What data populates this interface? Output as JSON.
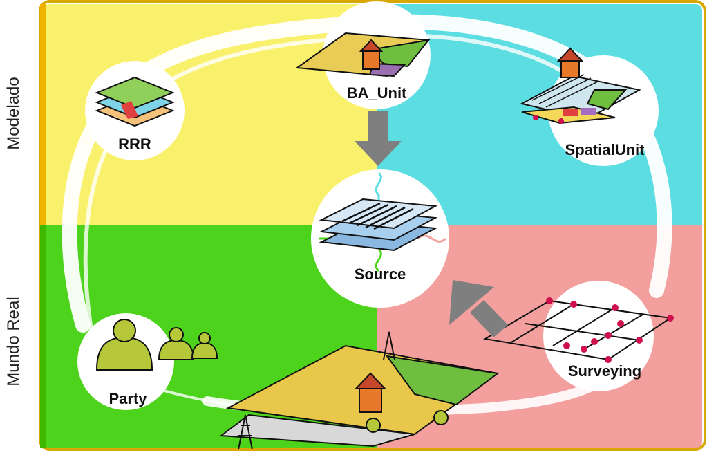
{
  "axis_labels": {
    "top": "Modelado",
    "bottom": "Mundo Real"
  },
  "nodes": {
    "rrr": "RRR",
    "ba_unit": "BA_Unit",
    "spatial_unit": "SpatialUnit",
    "source": "Source",
    "party": "Party",
    "surveying": "Surveying"
  },
  "colors": {
    "yellow": "#f9f06b",
    "cyan": "#5cdde1",
    "green": "#4ed31c",
    "pink": "#f29f9e",
    "arrow": "#7f7f7f"
  }
}
